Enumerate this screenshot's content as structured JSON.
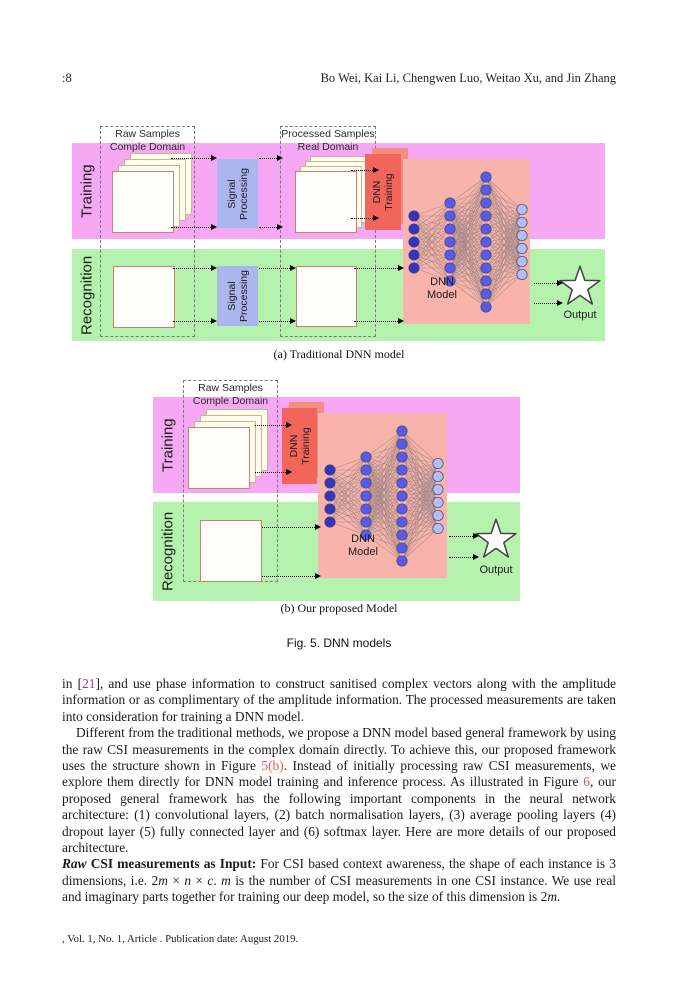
{
  "header": {
    "page_number": ":8",
    "running_authors": "Bo Wei, Kai Li, Chengwen Luo, Weitao Xu, and Jin Zhang"
  },
  "figure5": {
    "caption": "Fig. 5.  DNN models",
    "network": {
      "layers": [
        5,
        7,
        11,
        6
      ]
    },
    "sub_a": {
      "caption": "(a)  Traditional DNN model",
      "row_training": "Training",
      "row_recognition": "Recognition",
      "raw_box_line1": "Raw Samples",
      "raw_box_line2": "Comple Domain",
      "processed_box_line1": "Processed Samples",
      "processed_box_line2": "Real Domain",
      "signal_line1": "Signal",
      "signal_line2": "Processing",
      "dnn_training_line1": "DNN",
      "dnn_training_line2": "Training",
      "dnn_model_line1": "DNN",
      "dnn_model_line2": "Model",
      "output_label": "Output"
    },
    "sub_b": {
      "caption": "(b)  Our proposed Model",
      "row_training": "Training",
      "row_recognition": "Recognition",
      "raw_box_line1": "Raw Samples",
      "raw_box_line2": "Comple Domain",
      "dnn_training_line1": "DNN",
      "dnn_training_line2": "Training",
      "dnn_model_line1": "DNN",
      "dnn_model_line2": "Model",
      "output_label": "Output"
    }
  },
  "body": {
    "p1": {
      "r1": "in [",
      "cite": "21",
      "r2": "], and use phase information to construct sanitised complex vectors along with the amplitude information or as complimentary of the amplitude information. The processed measurements are taken into consideration for training a DNN model."
    },
    "p2": {
      "r1": "Different from the traditional methods, we propose a DNN model based general framework by using the raw CSI measurements in the complex domain directly. To achieve this, our proposed framework uses the structure shown in Figure ",
      "ref1": "5(b)",
      "r2": ". Instead of initially processing raw CSI measurements, we explore them directly for DNN model training and inference process. As illustrated in Figure ",
      "ref2": "6",
      "r3": ", our proposed general framework has the following important components in the neural network architecture: (1) convolutional layers, (2) batch normalisation layers, (3) average pooling layers (4) dropout layer (5) fully connected layer and (6) softmax layer. Here are more details of our proposed architecture."
    },
    "p3": {
      "bi": "Raw",
      "b": " CSI measurements as Input:",
      "r1": " For CSI based context awareness, the shape of each instance is 3 dimensions, i.e. 2",
      "m1": "m",
      "x1": " × ",
      "n1": "n",
      "x2": " × ",
      "c1": "c",
      "r2": ". ",
      "m2": "m",
      "r3": " is the number of CSI measurements in one CSI instance. We use real and imaginary parts together for training our deep model, so the size of this dimension is 2",
      "m3": "m",
      "r4": "."
    }
  },
  "footer": {
    "text": ", Vol. 1, No. 1, Article . Publication date: August 2019."
  },
  "colors": {
    "pink_band": "#f6a8f4",
    "green_band": "#b5f2ae",
    "periwinkle_box": "#abb5ee",
    "red_box": "#f1655b",
    "red_shadow": "#f58d82",
    "salmon_box": "#f8b4aa",
    "square_border": "#cf7f6e",
    "node_dark": "#3434bc",
    "node_mid": "#5a5ae8",
    "node_light": "#b3bef4",
    "net_line": "#9c8484",
    "cite_color": "#b03a8c",
    "ref_color": "#e8554a"
  }
}
